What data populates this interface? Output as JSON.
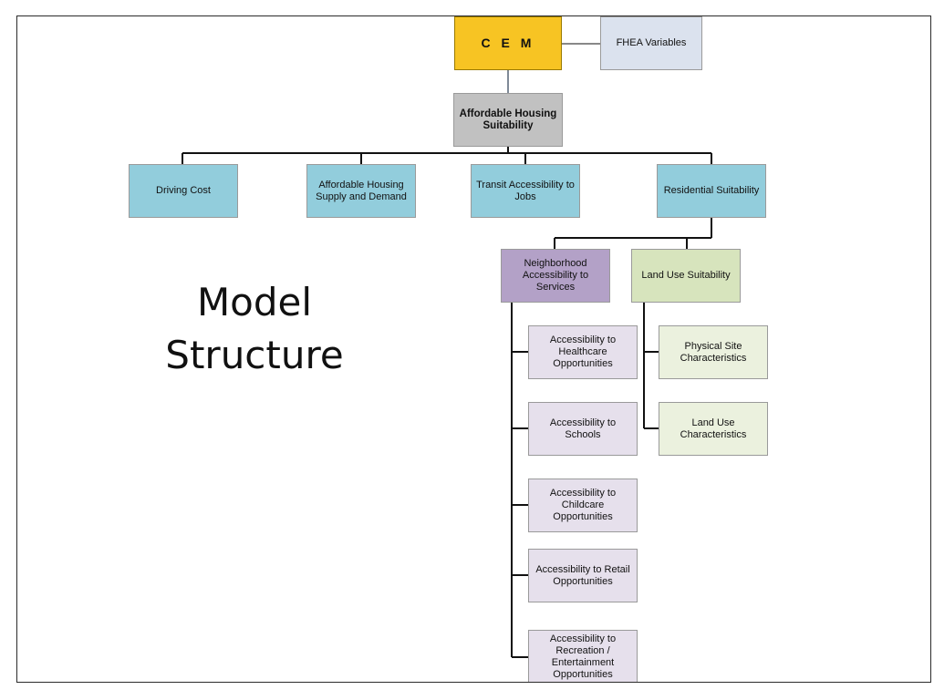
{
  "slide_title": "Model Structure",
  "colors": {
    "cem": "#f7c423",
    "fhea": "#dbe2ee",
    "ahs": "#c1c1c1",
    "blue": "#92cddc",
    "purple": "#b3a1c7",
    "green": "#d7e4bd",
    "light_purple": "#e6e0ec",
    "light_green": "#ebf1de",
    "line_dark": "#111111",
    "line_gray": "#7f8a97"
  },
  "nodes": {
    "cem": "C E M",
    "fhea": "FHEA Variables",
    "ahs": "Affordable Housing Suitability",
    "driving": "Driving Cost",
    "supply": "Affordable Housing Supply and Demand",
    "transit": "Transit Accessibility to Jobs",
    "residential": "Residential Suitability",
    "neighborhood": "Neighborhood Accessibility to Services",
    "landuse": "Land Use Suitability",
    "healthcare": "Accessibility to Healthcare Opportunities",
    "schools": "Accessibility to Schools",
    "childcare": "Accessibility to Childcare Opportunities",
    "retail": "Accessibility to Retail Opportunities",
    "recreation": "Accessibility to Recreation / Entertainment Opportunities",
    "physical": "Physical Site Characteristics",
    "landusechar": "Land Use Characteristics"
  }
}
